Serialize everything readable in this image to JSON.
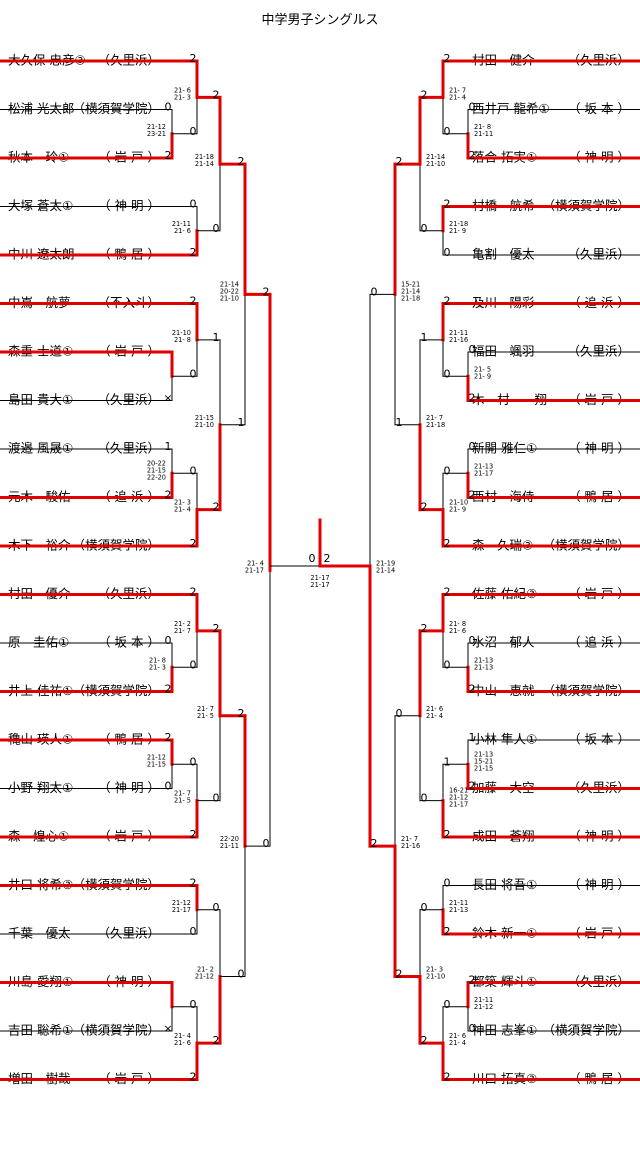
{
  "title": "中学男子シングルス",
  "colors": {
    "winner_line": "#e00000",
    "line": "#000000"
  },
  "left_players": [
    {
      "name": "大久保 忠彦③",
      "team": "（久里浜）"
    },
    {
      "name": "松浦 光太郎",
      "team": "（横須賀学院）"
    },
    {
      "name": "秋本　玲①",
      "team": "（ 岩 戸 ）"
    },
    {
      "name": "大塚 蒼太①",
      "team": "（ 神 明 ）"
    },
    {
      "name": "中川 遼太朗",
      "team": "（ 鴨 居 ）"
    },
    {
      "name": "中嶌　航夢",
      "team": "（不入斗）"
    },
    {
      "name": "森重 士道①",
      "team": "（ 岩 戸 ）"
    },
    {
      "name": "島田 貴大①",
      "team": "（久里浜）"
    },
    {
      "name": "渡邉 風晟①",
      "team": "（久里浜）"
    },
    {
      "name": "元木　駿佑",
      "team": "（ 追 浜 ）"
    },
    {
      "name": "木下　裕介",
      "team": "（横須賀学院）"
    },
    {
      "name": "村田　優介",
      "team": "（久里浜）"
    },
    {
      "name": "原　圭佑①",
      "team": "（ 坂 本 ）"
    },
    {
      "name": "井上 佳祐①",
      "team": "（横須賀学院）"
    },
    {
      "name": "穐山 瑛人①",
      "team": "（ 鴨 居 ）"
    },
    {
      "name": "小野 翔太①",
      "team": "（ 神 明 ）"
    },
    {
      "name": "森　煌心①",
      "team": "（ 岩 戸 ）"
    },
    {
      "name": "井口 将希③",
      "team": "（横須賀学院）"
    },
    {
      "name": "千葉　優太",
      "team": "（久里浜）"
    },
    {
      "name": "川島 愛翔①",
      "team": "（ 神 明 ）"
    },
    {
      "name": "吉田 聡希①",
      "team": "（横須賀学院）"
    },
    {
      "name": "増田　樹哉",
      "team": "（ 岩 戸 ）"
    }
  ],
  "right_players": [
    {
      "name": "村田　健介",
      "team": "（久里浜）"
    },
    {
      "name": "西井戸 龍希①",
      "team": "（ 坂 本 ）"
    },
    {
      "name": "落合 拓実①",
      "team": "（ 神 明 ）"
    },
    {
      "name": "村橋　航希",
      "team": "（横須賀学院）"
    },
    {
      "name": "亀割　優太",
      "team": "（久里浜）"
    },
    {
      "name": "及川　陽彩",
      "team": "（ 追 浜 ）"
    },
    {
      "name": "福田　颯羽",
      "team": "（久里浜）"
    },
    {
      "name": "木　村　　翔",
      "team": "（ 岩 戸 ）"
    },
    {
      "name": "新開 雅仁①",
      "team": "（ 神 明 ）"
    },
    {
      "name": "西村　海侍",
      "team": "（ 鴨 居 ）"
    },
    {
      "name": "森　久瑞③",
      "team": "（横須賀学院）"
    },
    {
      "name": "佐藤 佑紀③",
      "team": "（ 岩 戸 ）"
    },
    {
      "name": "水沼　郁人",
      "team": "（ 追 浜 ）"
    },
    {
      "name": "中山　恵就",
      "team": "（横須賀学院）"
    },
    {
      "name": "小林 隼人①",
      "team": "（ 坂 本 ）"
    },
    {
      "name": "加藤　大空",
      "team": "（久里浜）"
    },
    {
      "name": "成田　蒼翔",
      "team": "（ 神 明 ）"
    },
    {
      "name": "長田 将吾①",
      "team": "（ 神 明 ）"
    },
    {
      "name": "鈴木 新一①",
      "team": "（ 岩 戸 ）"
    },
    {
      "name": "都築 輝斗①",
      "team": "（久里浜）"
    },
    {
      "name": "神田 志峯①",
      "team": "（横須賀学院）"
    },
    {
      "name": "川口 拓真③",
      "team": "（ 鴨 居 ）"
    }
  ],
  "left_matches": [
    {
      "id": "L1",
      "a": 1,
      "b": 2,
      "sa": "0",
      "sb": "2",
      "games": [
        "21-12",
        "23-21"
      ]
    },
    {
      "id": "L2",
      "a": 0,
      "b": "L1",
      "sa": "2",
      "sb": "0",
      "games": [
        "21- 6",
        "21- 3"
      ]
    },
    {
      "id": "L3",
      "a": 3,
      "b": 4,
      "sa": "0",
      "sb": "2",
      "games": [
        "21-11",
        "21- 6"
      ]
    },
    {
      "id": "L4",
      "a": "L2",
      "b": "L3",
      "sa": "2",
      "sb": "0",
      "games": [
        "21-18",
        "21-14"
      ]
    },
    {
      "id": "L5",
      "a": 6,
      "b": 7,
      "sa": "",
      "sb": "×",
      "games": []
    },
    {
      "id": "L6",
      "a": 5,
      "b": "L5",
      "sa": "2",
      "sb": "0",
      "games": [
        "21-10",
        "21- 8"
      ]
    },
    {
      "id": "L7",
      "a": 8,
      "b": 9,
      "sa": "1",
      "sb": "2",
      "games": [
        "20-22",
        "21-15",
        "22-20"
      ]
    },
    {
      "id": "L8",
      "a": "L7",
      "b": 10,
      "sa": "0",
      "sb": "2",
      "games": [
        "21- 3",
        "21- 4"
      ]
    },
    {
      "id": "L9",
      "a": "L6",
      "b": "L8",
      "sa": "1",
      "sb": "2",
      "games": [
        "21-15",
        "21-10"
      ]
    },
    {
      "id": "L10",
      "a": "L4",
      "b": "L9",
      "sa": "2",
      "sb": "1",
      "games": [
        "21-14",
        "20-22",
        "21-10"
      ]
    },
    {
      "id": "L11",
      "a": 12,
      "b": 13,
      "sa": "0",
      "sb": "2",
      "games": [
        "21- 8",
        "21- 3"
      ]
    },
    {
      "id": "L12",
      "a": 11,
      "b": "L11",
      "sa": "2",
      "sb": "0",
      "games": [
        "21- 2",
        "21- 7"
      ]
    },
    {
      "id": "L13",
      "a": 14,
      "b": 15,
      "sa": "2",
      "sb": "0",
      "games": [
        "21-12",
        "21-15"
      ]
    },
    {
      "id": "L14",
      "a": "L13",
      "b": 16,
      "sa": "0",
      "sb": "2",
      "games": [
        "21- 7",
        "21- 5"
      ]
    },
    {
      "id": "L15",
      "a": "L12",
      "b": "L14",
      "sa": "2",
      "sb": "0",
      "games": [
        "21- 7",
        "21- 5"
      ]
    },
    {
      "id": "L16",
      "a": 17,
      "b": 18,
      "sa": "2",
      "sb": "0",
      "games": [
        "21-12",
        "21-17"
      ]
    },
    {
      "id": "L17",
      "a": 19,
      "b": 20,
      "sa": "",
      "sb": "×",
      "games": []
    },
    {
      "id": "L18",
      "a": "L17",
      "b": 21,
      "sa": "0",
      "sb": "2",
      "games": [
        "21- 4",
        "21- 6"
      ]
    },
    {
      "id": "L19",
      "a": "L16",
      "b": "L18",
      "sa": "0",
      "sb": "2",
      "games": [
        "21- 2",
        "21-12"
      ]
    },
    {
      "id": "L20",
      "a": "L15",
      "b": "L19",
      "sa": "2",
      "sb": "0",
      "games": [
        "22-20",
        "21-11"
      ]
    },
    {
      "id": "L21",
      "a": "L10",
      "b": "L20",
      "sa": "2",
      "sb": "0",
      "games": [
        "21- 4",
        "21-17"
      ]
    }
  ],
  "right_matches": [
    {
      "id": "R1",
      "a": 1,
      "b": 2,
      "sa": "0",
      "sb": "2",
      "games": [
        "21- 8",
        "21-11"
      ]
    },
    {
      "id": "R2",
      "a": 0,
      "b": "R1",
      "sa": "2",
      "sb": "0",
      "games": [
        "21- 7",
        "21- 4"
      ]
    },
    {
      "id": "R3",
      "a": 3,
      "b": 4,
      "sa": "2",
      "sb": "0",
      "games": [
        "21-18",
        "21- 9"
      ]
    },
    {
      "id": "R4",
      "a": "R2",
      "b": "R3",
      "sa": "2",
      "sb": "0",
      "games": [
        "21-14",
        "21-10"
      ]
    },
    {
      "id": "R5",
      "a": 6,
      "b": 7,
      "sa": "0",
      "sb": "2",
      "games": [
        "21- 5",
        "21- 9"
      ]
    },
    {
      "id": "R6",
      "a": 5,
      "b": "R5",
      "sa": "2",
      "sb": "0",
      "games": [
        "21-11",
        "21-16"
      ]
    },
    {
      "id": "R7",
      "a": 8,
      "b": 9,
      "sa": "0",
      "sb": "2",
      "games": [
        "21-13",
        "21-17"
      ]
    },
    {
      "id": "R8",
      "a": "R7",
      "b": 10,
      "sa": "0",
      "sb": "2",
      "games": [
        "21-10",
        "21- 9"
      ]
    },
    {
      "id": "R9",
      "a": "R6",
      "b": "R8",
      "sa": "1",
      "sb": "2",
      "games": [
        "21- 7",
        "21-18"
      ]
    },
    {
      "id": "R10",
      "a": "R4",
      "b": "R9",
      "sa": "2",
      "sb": "1",
      "games": [
        "15-21",
        "21-14",
        "21-18"
      ]
    },
    {
      "id": "R11",
      "a": 12,
      "b": 13,
      "sa": "0",
      "sb": "2",
      "games": [
        "21-13",
        "21-13"
      ]
    },
    {
      "id": "R12",
      "a": 11,
      "b": "R11",
      "sa": "2",
      "sb": "0",
      "games": [
        "21- 8",
        "21- 6"
      ]
    },
    {
      "id": "R13",
      "a": 14,
      "b": 15,
      "sa": "1",
      "sb": "2",
      "games": [
        "21-13",
        "15-21",
        "21-15"
      ]
    },
    {
      "id": "R14",
      "a": "R13",
      "b": 16,
      "sa": "1",
      "sb": "2",
      "games": [
        "16-21",
        "21-12",
        "21-17"
      ]
    },
    {
      "id": "R15",
      "a": "R12",
      "b": "R14",
      "sa": "2",
      "sb": "0",
      "games": [
        "21- 6",
        "21- 4"
      ]
    },
    {
      "id": "R16",
      "a": 17,
      "b": 18,
      "sa": "0",
      "sb": "2",
      "games": [
        "21-11",
        "21-13"
      ]
    },
    {
      "id": "R17",
      "a": 19,
      "b": 20,
      "sa": "2",
      "sb": "0",
      "games": [
        "21-11",
        "21-12"
      ]
    },
    {
      "id": "R18",
      "a": "R17",
      "b": 21,
      "sa": "0",
      "sb": "2",
      "games": [
        "21- 6",
        "21- 4"
      ]
    },
    {
      "id": "R19",
      "a": "R16",
      "b": "R18",
      "sa": "0",
      "sb": "2",
      "games": [
        "21- 3",
        "21-10"
      ]
    },
    {
      "id": "R20",
      "a": "R15",
      "b": "R19",
      "sa": "0",
      "sb": "2",
      "games": [
        "21- 7",
        "21-16"
      ]
    },
    {
      "id": "R21",
      "a": "R10",
      "b": "R20",
      "sa": "0",
      "sb": "2",
      "games": [
        "21-19",
        "21-14"
      ]
    }
  ],
  "final": {
    "sa": "0",
    "sb": "2",
    "games": [
      "21-17",
      "21-17"
    ]
  }
}
